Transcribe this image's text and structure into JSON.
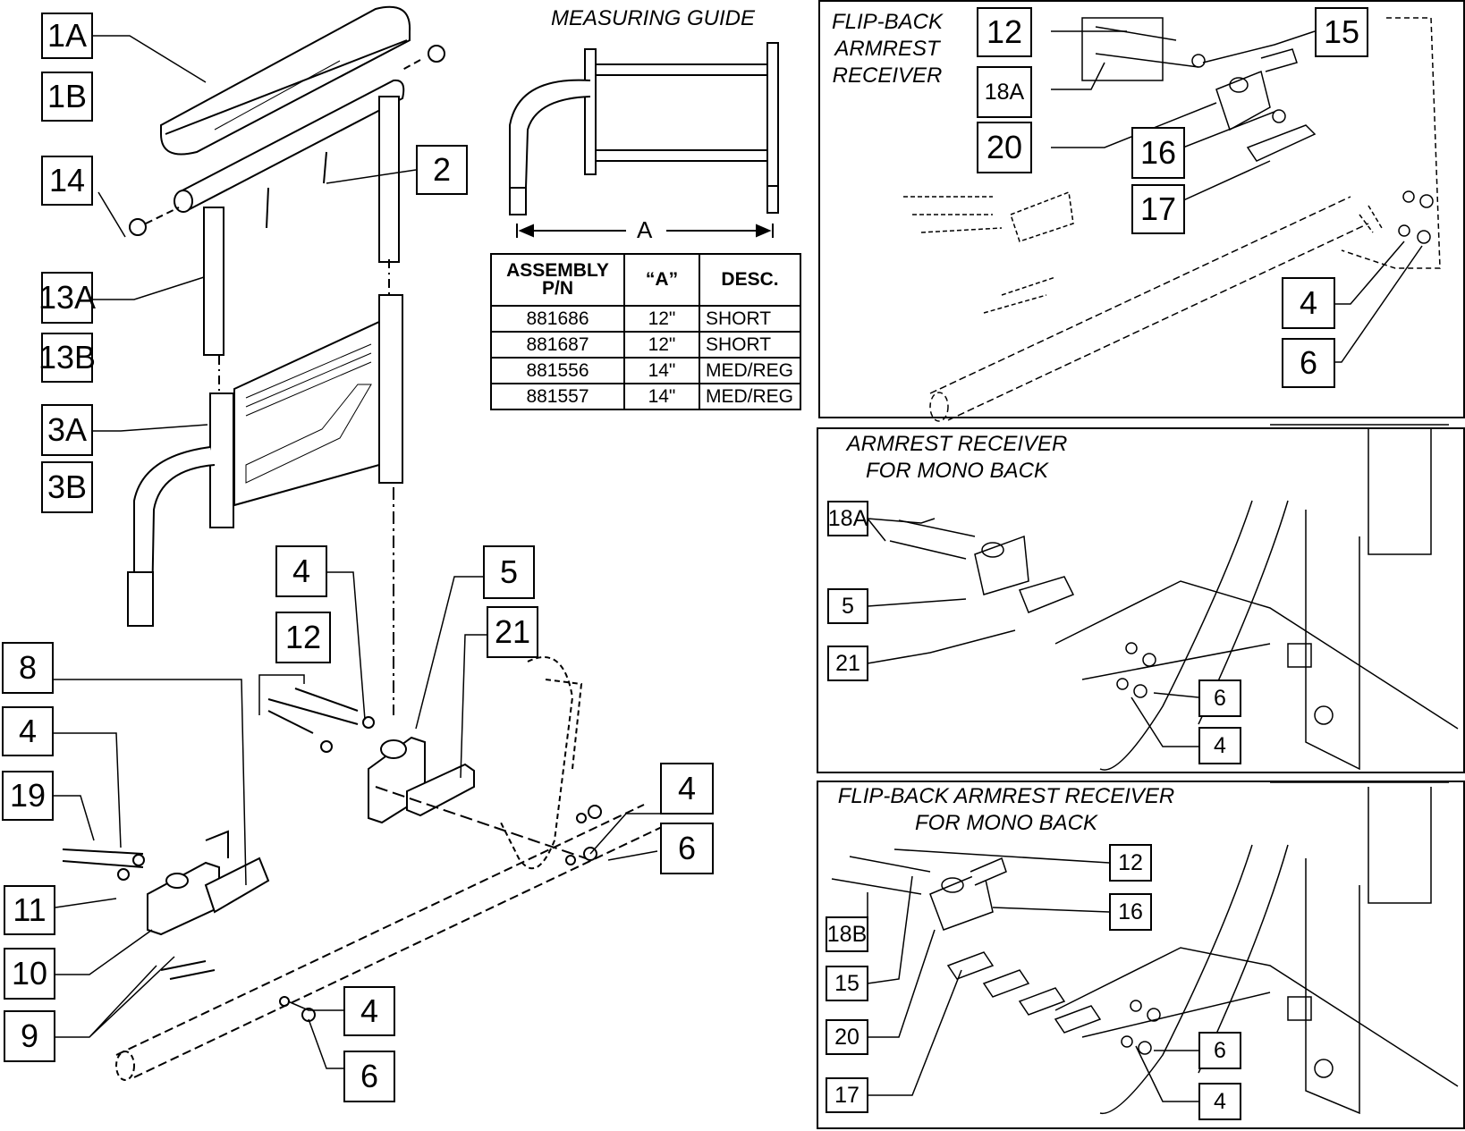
{
  "measuring_guide": {
    "title": "MEASURING GUIDE",
    "dimension_label": "A",
    "table": {
      "headers": [
        "ASSEMBLY P/N",
        "“A”",
        "DESC."
      ],
      "rows": [
        [
          "881686",
          "12\"",
          "SHORT"
        ],
        [
          "881687",
          "12\"",
          "SHORT"
        ],
        [
          "881556",
          "14\"",
          "MED/REG"
        ],
        [
          "881557",
          "14\"",
          "MED/REG"
        ]
      ]
    }
  },
  "panels": {
    "flip_back": {
      "title_lines": [
        "FLIP-BACK",
        "ARMREST",
        "RECEIVER"
      ]
    },
    "mono_back": {
      "title_lines": [
        "ARMREST RECEIVER",
        "FOR MONO BACK"
      ]
    },
    "flip_mono": {
      "title_lines": [
        "FLIP-BACK ARMREST RECEIVER",
        "FOR MONO BACK"
      ]
    }
  },
  "main_callouts": [
    "1A",
    "1B",
    "14",
    "2",
    "13A",
    "13B",
    "3A",
    "3B",
    "4",
    "5",
    "12",
    "21",
    "8",
    "4",
    "19",
    "11",
    "10",
    "9",
    "4",
    "6",
    "4",
    "6"
  ],
  "flip_callouts": [
    "12",
    "15",
    "18A",
    "20",
    "16",
    "17",
    "4",
    "6"
  ],
  "mono_callouts": [
    "18A",
    "5",
    "21",
    "6",
    "4"
  ],
  "flipmono_callouts": [
    "12",
    "16",
    "18B",
    "15",
    "20",
    "17",
    "6",
    "4"
  ]
}
